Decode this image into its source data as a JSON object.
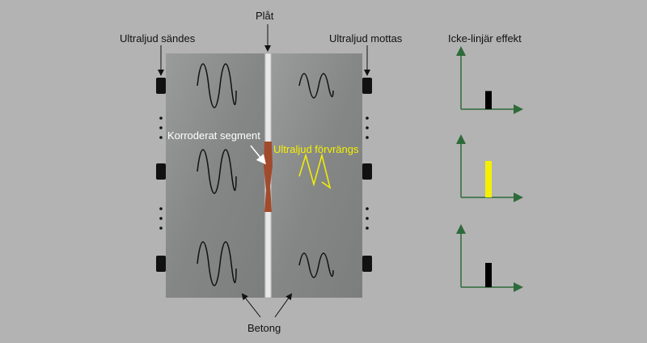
{
  "labels": {
    "plate": "Plåt",
    "sent": "Ultraljud sändes",
    "received": "Ultraljud mottas",
    "effect": "Icke-linjär effekt",
    "corroded": "Korroderat segment",
    "distorted": "Ultraljud förvrängs",
    "concrete": "Betong"
  },
  "colors": {
    "corrosion": "#a24a2c",
    "distorted": "#f5f000",
    "axis": "#2e6b3a",
    "concrete": "#8d8f8e"
  },
  "effect_bars": [
    {
      "level": 0.3,
      "color": "#000000"
    },
    {
      "level": 0.6,
      "color": "#f5f000"
    },
    {
      "level": 0.4,
      "color": "#000000"
    }
  ]
}
